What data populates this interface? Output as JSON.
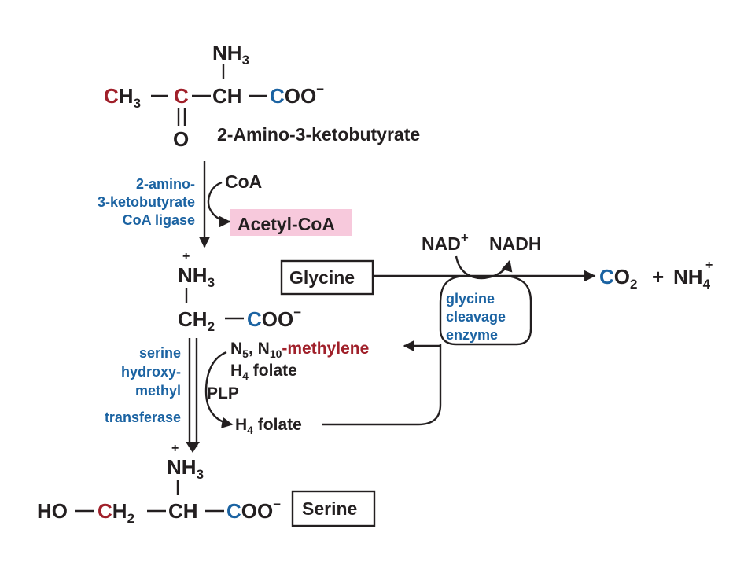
{
  "ketobutyrate": {
    "nh3": "NH",
    "nh3_sub": "3",
    "ch3": "C",
    "ch3_h": "H",
    "ch3_sub": "3",
    "c_carbonyl": "C",
    "ch": "CH",
    "coo_c": "C",
    "coo_rest": "OO",
    "coo_charge": "−",
    "o": "O",
    "name": "2-Amino-3-ketobutyrate"
  },
  "ligase": {
    "enzyme_line1": "2-amino-",
    "enzyme_line2": "3-ketobutyrate",
    "enzyme_line3": "CoA ligase",
    "coa": "CoA",
    "acetyl_coa": "Acetyl-CoA",
    "acetyl_bg": "#f7c9dc"
  },
  "glycine": {
    "plus": "+",
    "nh3": "NH",
    "nh3_sub": "3",
    "ch2": "CH",
    "ch2_sub": "2",
    "coo_c": "C",
    "coo_rest": "OO",
    "coo_charge": "−",
    "box_label": "Glycine"
  },
  "cleavage": {
    "nad": "NAD",
    "nad_charge": "+",
    "nadh": "NADH",
    "co2_c": "C",
    "co2_o": "O",
    "co2_sub": "2",
    "plus_sign": "+",
    "nh4": "NH",
    "nh4_sub": "4",
    "nh4_charge": "+",
    "enzyme_line1": "glycine",
    "enzyme_line2": "cleavage",
    "enzyme_line3": "enzyme"
  },
  "shmt": {
    "enzyme_line1": "serine",
    "enzyme_line2": "hydroxy-",
    "enzyme_line3": "methyl",
    "enzyme_line4": "transferase",
    "methylene_n5": "N",
    "methylene_n5_sub": "5",
    "methylene_sep": ", N",
    "methylene_n10_sub": "10",
    "methylene_word": "-methylene",
    "methylene_h4": "H",
    "methylene_h4_sub": "4",
    "methylene_folate": " folate",
    "plp": "PLP",
    "h4folate_h": "H",
    "h4folate_sub": "4",
    "h4folate_word": " folate"
  },
  "serine": {
    "plus": "+",
    "nh3": "NH",
    "nh3_sub": "3",
    "ho": "HO",
    "ch2_c": "C",
    "ch2_h": "H",
    "ch2_sub": "2",
    "ch": "CH",
    "coo_c": "C",
    "coo_rest": "OO",
    "coo_charge": "−",
    "box_label": "Serine"
  },
  "colors": {
    "black": "#231f20",
    "carbon_red": "#a0202a",
    "carbon_blue": "#1b63a2",
    "enzyme_blue": "#1b63a2",
    "highlight_pink": "#f7c9dc"
  }
}
